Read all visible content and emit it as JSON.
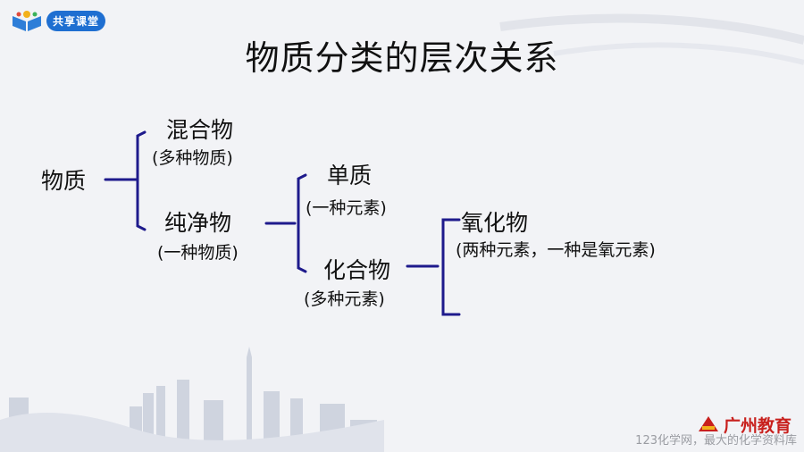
{
  "header": {
    "logo_text": "共享课堂"
  },
  "title": "物质分类的层次关系",
  "tree": {
    "root": "物质",
    "mixture": {
      "label": "混合物",
      "note": "(多种物质)"
    },
    "pure": {
      "label": "纯净物",
      "note": "(一种物质)"
    },
    "element": {
      "label": "单质",
      "note": "(一种元素)"
    },
    "compound": {
      "label": "化合物",
      "note": "(多种元素)"
    },
    "oxide": {
      "label": "氧化物",
      "note": "(两种元素，一种是氧元素)"
    }
  },
  "footer": {
    "brand": "广州教育",
    "watermark": "123化学网，最大的化学资料库"
  },
  "colors": {
    "bracket": "#1e1a8c",
    "brand_red": "#c8201d",
    "brand_blue": "#1f6fd1"
  }
}
